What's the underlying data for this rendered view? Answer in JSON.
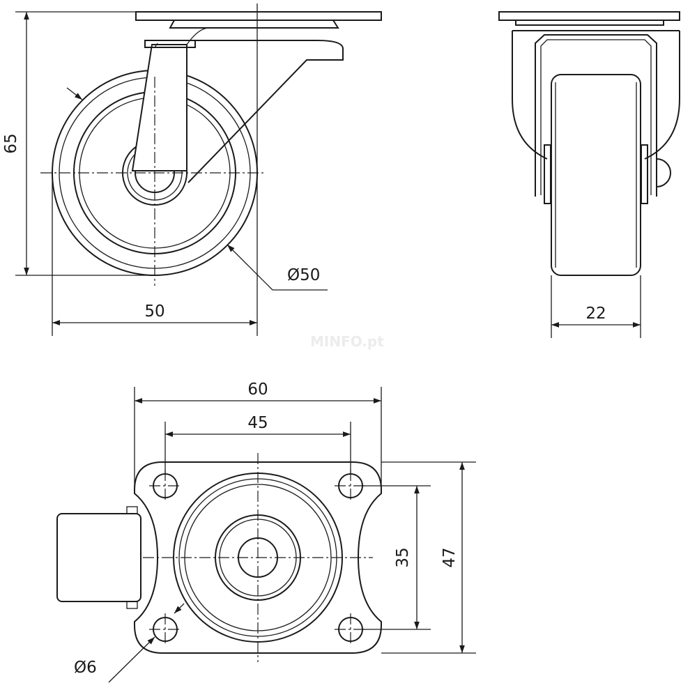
{
  "watermark": "MINFO.pt",
  "views": {
    "side": {
      "height_label": "65",
      "width_label": "50",
      "wheel_diameter_label": "Ø50"
    },
    "front": {
      "wheel_width_label": "22"
    },
    "top": {
      "plate_width_label": "60",
      "hole_spacing_x_label": "45",
      "hole_spacing_y_label": "35",
      "plate_depth_label": "47",
      "hole_diameter_label": "Ø6"
    }
  }
}
